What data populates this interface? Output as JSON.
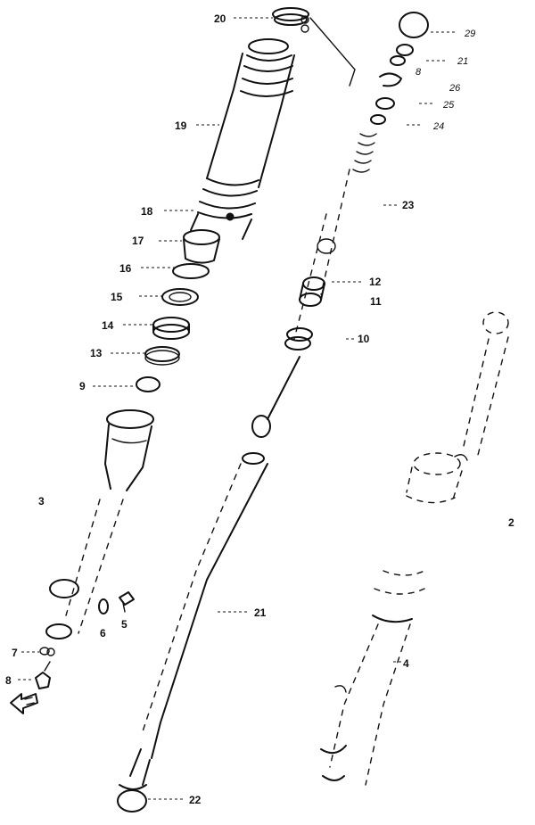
{
  "labels": {
    "p2": "2",
    "p3": "3",
    "p4": "4",
    "p5": "5",
    "p6": "6",
    "p7": "7",
    "p8": "8",
    "p8b": "8",
    "p9": "9",
    "p10": "10",
    "p11": "11",
    "p12": "12",
    "p13": "13",
    "p14": "14",
    "p15": "15",
    "p16": "16",
    "p17": "17",
    "p18": "18",
    "p19": "19",
    "p20": "20",
    "p21": "21",
    "p21b": "21",
    "p22": "22",
    "p23": "23",
    "p24": "24",
    "p25": "25",
    "p26": "26",
    "p29": "29"
  },
  "icons": {
    "front_arrow": "front-direction-arrow-icon"
  }
}
